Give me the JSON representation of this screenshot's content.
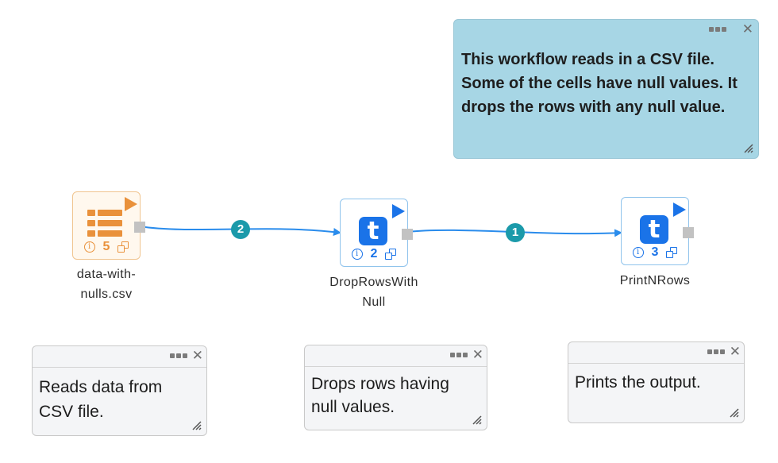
{
  "workflow_note": {
    "text": "This workflow reads in a CSV file. Some of the cells have null values. It drops the rows with any null value."
  },
  "nodes": [
    {
      "id": "csv",
      "label": "data-with-nulls.csv",
      "label_line1": "data-with-",
      "label_line2": "nulls.csv",
      "count": "5",
      "icon": "list-icon",
      "color": "#e9913b"
    },
    {
      "id": "drop",
      "label_line1": "DropRowsWith",
      "label_line2": "Null",
      "count": "2",
      "icon": "t-icon",
      "icon_letter": "t",
      "color": "#1a73e8"
    },
    {
      "id": "print",
      "label_line1": "PrintNRows",
      "count": "3",
      "icon": "t-icon",
      "icon_letter": "t",
      "color": "#1a73e8"
    }
  ],
  "edges": [
    {
      "from": "data-with-nulls.csv",
      "to": "DropRowsWithNull",
      "badge": "2"
    },
    {
      "from": "DropRowsWithNull",
      "to": "PrintNRows",
      "badge": "1"
    }
  ],
  "notes": [
    {
      "text_line1": "Reads data from",
      "text_line2": "CSV file."
    },
    {
      "text_line1": "Drops rows having",
      "text_line2": "null values."
    },
    {
      "text_line1": "Prints the output."
    }
  ],
  "note_controls": {
    "menu": "•••",
    "close": "✕"
  },
  "colors": {
    "edge": "#2a8cec",
    "badge": "#1b9aaa",
    "workflow_note_bg": "#a7d6e5",
    "note_bg": "#f4f5f7",
    "csv_accent": "#e9913b",
    "task_accent": "#1a73e8",
    "port": "#c2c2c2"
  }
}
